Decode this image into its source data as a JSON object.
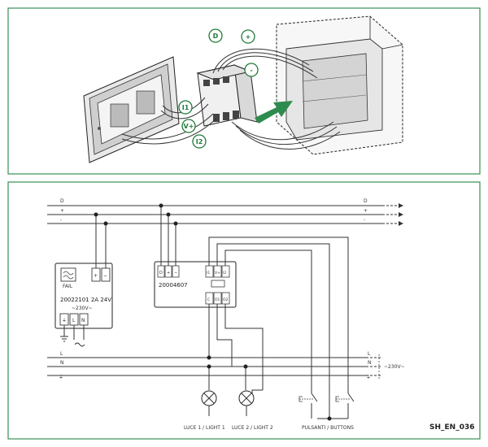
{
  "callouts": {
    "d": "D",
    "plus": "+",
    "minus": "-",
    "i1": "I1",
    "vplus": "V+",
    "i2": "I2"
  },
  "bus": {
    "left": [
      "D",
      "+",
      "-"
    ],
    "right": [
      "D",
      "+",
      "-"
    ]
  },
  "mains": {
    "left": [
      "L",
      "N",
      "⏚"
    ],
    "right": [
      "L",
      "N",
      "⏚"
    ],
    "voltage": "~230V~"
  },
  "psu": {
    "fail": "FAIL",
    "plus": "+",
    "minus": "−",
    "model": "20022101 2A 24V",
    "input": "~230V~",
    "terminals": [
      "⏚",
      "L",
      "N"
    ]
  },
  "module": {
    "code": "20004607",
    "bus_terminals": [
      "D",
      "+",
      "−"
    ],
    "in_terminals": [
      "I1",
      "V+",
      "I2"
    ],
    "out_terminals": [
      "C",
      "O1",
      "O2"
    ]
  },
  "labels": {
    "light1": "LUCE 1 / LIGHT 1",
    "light2": "LUCE 2 / LIGHT 2",
    "buttons": "PULSANTI / BUTTONS",
    "code": "SH_EN_036"
  },
  "colors": {
    "frame": "#3a8f57",
    "accent": "#1f7a3a"
  }
}
